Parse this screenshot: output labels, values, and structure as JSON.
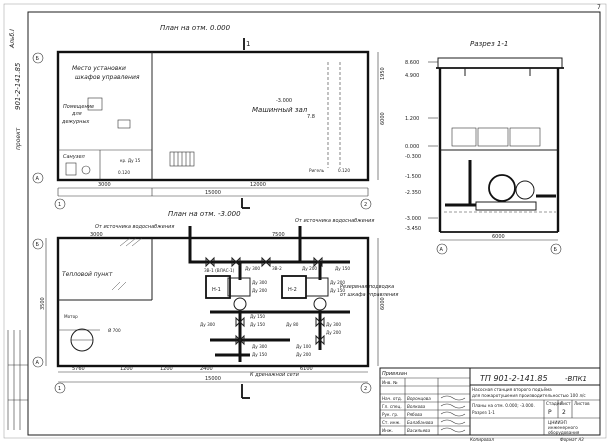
{
  "sheet": {
    "number": "7"
  },
  "side_stamp": {
    "code": "Альб.I",
    "series": "901-2-141.85",
    "prefix": "проект"
  },
  "plan_upper": {
    "title": "План на отм. 0.000",
    "room_note_line1": "Место установки",
    "room_note_line2": "шкафов управления",
    "room_1": "Помещение",
    "room_2": "для",
    "room_3": "дежурных",
    "wc": "Санузел",
    "hall": "Машинный зал",
    "note_tap": "кр. Ду 15",
    "note_beam": "Ригель",
    "dim_total": "15000",
    "dim_a": "3000",
    "dim_b": "12000",
    "dim_h": "6000",
    "dim_h2": "1950",
    "axis_a": "А",
    "axis_b": "Б",
    "axis_1": "1",
    "axis_2": "2",
    "mark_1": "1",
    "lvl_1": "-3.000",
    "lvl_2": "7.8",
    "x_1": "0.120",
    "x_2": "0.120"
  },
  "plan_lower": {
    "title": "План на отм. -3.000",
    "src1": "От источника водоснабжения",
    "src2": "От источника водоснабжения",
    "heat": "Тепловой пункт",
    "motor": "Мотор",
    "drain": "К дренажной сети",
    "switch1": "Резервная подводка",
    "switch2": "от шкафа управления",
    "eq": "Ø 700",
    "dim_total": "15000",
    "dim_a": "3000",
    "dim_b": "2400",
    "dim_c": "1200",
    "dim_d": "7500",
    "dim_e": "6100",
    "dim_f": "5760",
    "dim_g": "1200",
    "dim_h": "6000",
    "dim_left": "3500",
    "axis_a": "А",
    "axis_b": "Б",
    "axis_1": "1",
    "axis_2": "2",
    "v1": "ЗВ-1 (ВЛАС-1)",
    "v2": "Ду 300",
    "v3": "ЗВ-2",
    "v4": "Ду 200",
    "v5": "Ду 150",
    "v6": "Н-1",
    "v7": "Н-2",
    "v8": "Ду 300",
    "v9": "Ду 200",
    "v10": "Ду 200",
    "v11": "Ду 150",
    "v12": "Ду 300",
    "v13": "Ду 150",
    "v14": "Ду 150",
    "v15": "Ду 80",
    "v16": "Ду 300",
    "v17": "Ду 200",
    "v18": "Ду 300",
    "v19": "Ду 150",
    "v20": "Ду 100",
    "v21": "Ду 200"
  },
  "section": {
    "title": "Разрез 1-1",
    "l1": "8.600",
    "l2": "4.900",
    "l3": "1.200",
    "l4": "0.000",
    "l5": "-0.300",
    "l6": "-1.500",
    "l7": "-2.350",
    "l8": "-3.000",
    "l9": "-3.450",
    "dim": "6000",
    "axis_a": "А",
    "axis_b": "Б"
  },
  "title_block": {
    "code": "ТП 901-2-141.85",
    "mark": "-ВПК1",
    "desc1": "Насосная станция второго подъёма",
    "desc2": "для пожаротушения производительностью 100 л/с",
    "sheet_name1": "Планы на отм. 0.000; -3.000.",
    "sheet_name2": "Разрез 1-1",
    "stage": "Р",
    "stage_label": "Стадия",
    "sheet_label": "Лист",
    "sheets_label": "Листов",
    "sheet_no": "2",
    "org1": "ЦНИИЭП",
    "org2": "инженерного",
    "org3": "оборудования",
    "role1": "Нач. отд.",
    "role2": "Гл. спец.",
    "role3": "Рук. гр.",
    "role4": "Ст. инж.",
    "role5": "Инж.",
    "name1": "Воронцова",
    "name2": "Волкова",
    "name3": "Рябова",
    "name4": "Балабанова",
    "name5": "Васильева",
    "privyazan": "Привязан",
    "inv": "Инв. №",
    "bottom_note": "Копировал",
    "bottom_fmt": "Формат А3"
  }
}
